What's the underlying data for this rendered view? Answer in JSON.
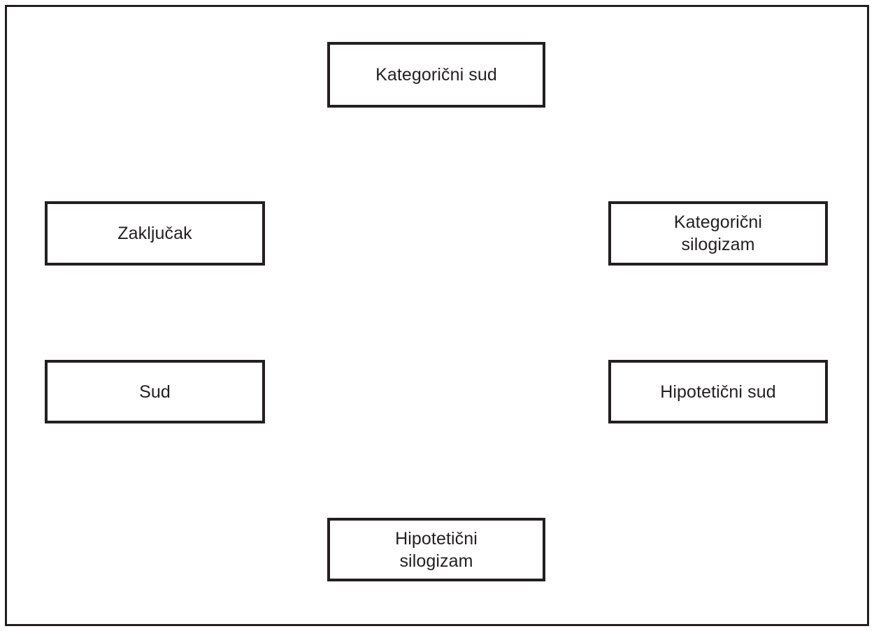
{
  "diagram": {
    "background_color": "#ffffff",
    "line_color": "#231f20",
    "frame": {
      "name": "outer-frame",
      "border_width": 3
    },
    "boxes": [
      {
        "id": "kategoricni-sud",
        "label": "Kategorični sud",
        "position": "top-center",
        "lines": 1
      },
      {
        "id": "zakljucak",
        "label": "Zaključak",
        "position": "middle-left",
        "lines": 1
      },
      {
        "id": "kategoricni-silogizam",
        "label": "Kategorični\nsilogizam",
        "position": "middle-right",
        "lines": 2
      },
      {
        "id": "sud",
        "label": "Sud",
        "position": "lower-left",
        "lines": 1
      },
      {
        "id": "hipoteticni-sud",
        "label": "Hipotetični sud",
        "position": "lower-right",
        "lines": 1
      },
      {
        "id": "hipoteticni-silogizam",
        "label": "Hipotetični\nsilogizam",
        "position": "bottom-center",
        "lines": 2
      }
    ]
  }
}
